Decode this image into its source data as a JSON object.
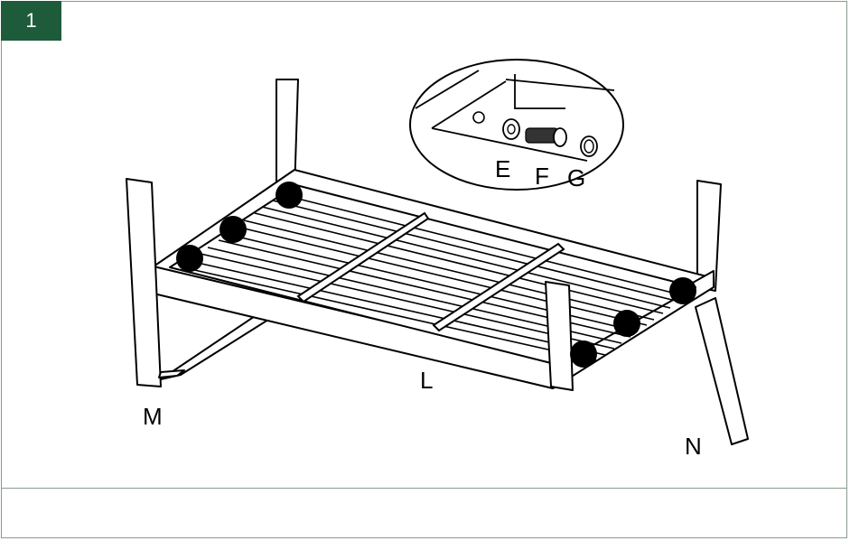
{
  "step": {
    "number": "1"
  },
  "labels": {
    "frame": "L",
    "left_leg": "M",
    "right_leg": "N"
  },
  "inset": {
    "parts": [
      "E",
      "F",
      "G"
    ]
  },
  "colors": {
    "badge": "#1e5b3a",
    "frame_border": "#8a9a8c",
    "ink": "#000000"
  }
}
